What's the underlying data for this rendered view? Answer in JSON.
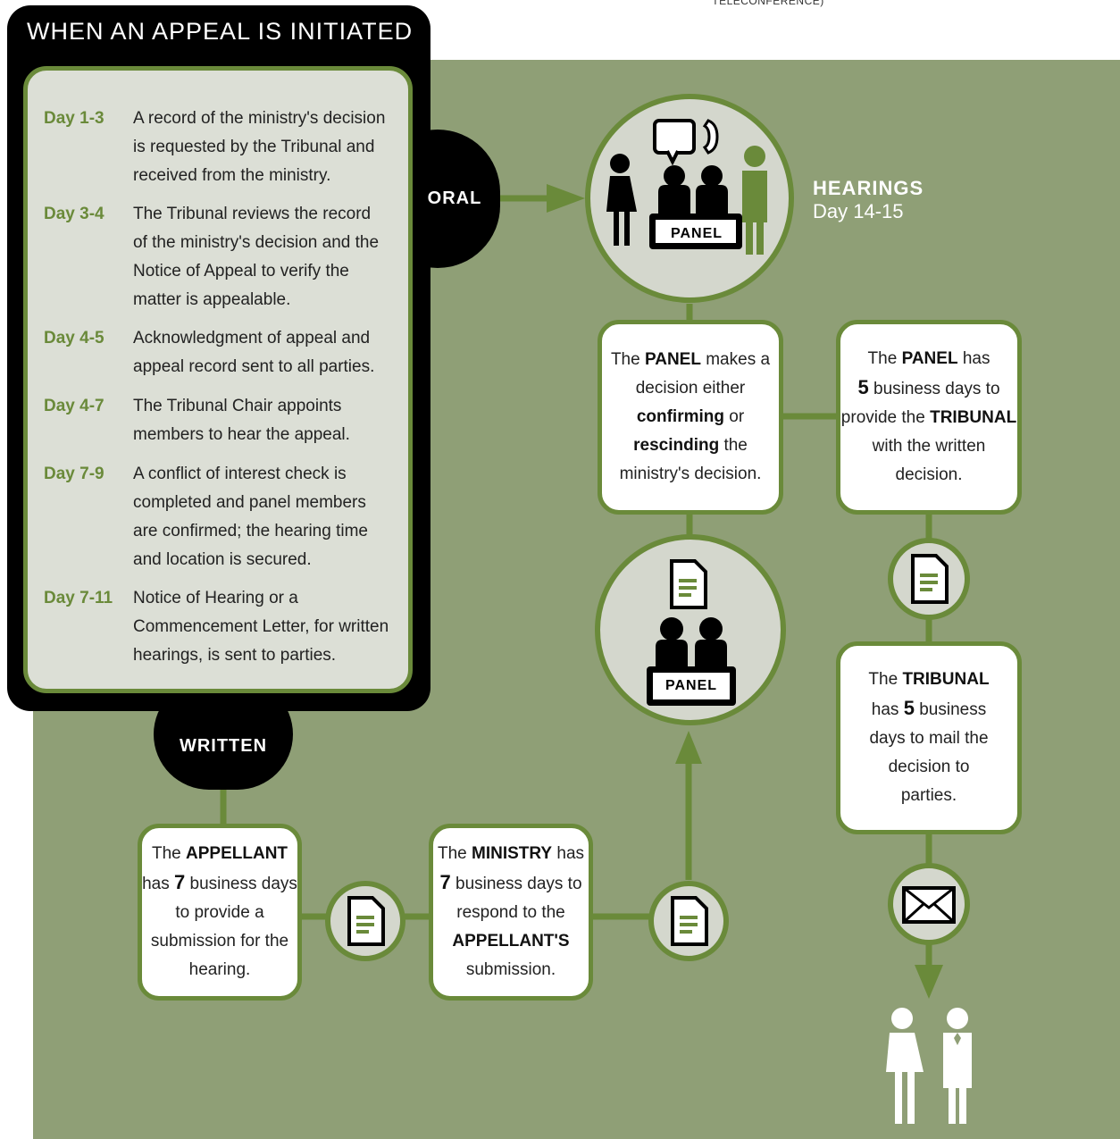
{
  "top_note": "TELECONFERENCE)",
  "appeal": {
    "title": "WHEN AN APPEAL IS INITIATED",
    "steps": [
      {
        "day": "Day 1-3",
        "text": "A record of the ministry's decision is requested by the Tribunal and received from the ministry."
      },
      {
        "day": "Day 3-4",
        "text": "The Tribunal reviews the record of the ministry's decision and the Notice of Appeal to verify the matter is appealable."
      },
      {
        "day": "Day 4-5",
        "text": "Acknowledgment of appeal and appeal record sent to all parties."
      },
      {
        "day": "Day 4-7",
        "text": "The Tribunal Chair appoints members to hear the appeal."
      },
      {
        "day": "Day 7-9",
        "text": "A conflict of interest check is completed and panel members are confirmed; the hearing time and location is secured."
      },
      {
        "day": "Day 7-11",
        "text": "Notice of Hearing or a Commencement Letter,  for written hearings, is sent to parties."
      }
    ]
  },
  "oral_label": "ORAL",
  "written_label": "WRITTEN",
  "hearings": {
    "title": "HEARINGS",
    "days": "Day 14-15",
    "panel_label": "PANEL"
  },
  "panel_circle_label": "PANEL",
  "boxes": {
    "panel_decision": {
      "p1": "The ",
      "b1": "PANEL",
      "p2": " makes a decision either ",
      "b2": "confirming",
      "p3": " or ",
      "b3": "rescinding",
      "p4": " the ministry's decision."
    },
    "panel_days": {
      "p1": "The ",
      "b1": "PANEL",
      "p2": " has ",
      "num": "5",
      "p3": " business days to provide the ",
      "b2": "TRIBUNAL",
      "p4": " with the written decision."
    },
    "tribunal_mail": {
      "p1": "The ",
      "b1": "TRIBUNAL",
      "p2": " has ",
      "num": "5",
      "p3": " business days to mail the decision to parties."
    },
    "appellant": {
      "p1": "The ",
      "b1": "APPELLANT",
      "p2": " has ",
      "num": "7",
      "p3": " business days to provide a submission for the hearing."
    },
    "ministry": {
      "p1": "The ",
      "b1": "MINISTRY",
      "p2": " has ",
      "num": "7",
      "p3": " business days to respond to the ",
      "b2": "APPELLANT'S",
      "p4": " submission."
    }
  },
  "colors": {
    "green_bg": "#8f9f76",
    "accent": "#6a8a3a",
    "circle_fill": "#d4d7cd",
    "panel_fill": "#dcdfd6"
  },
  "icons": [
    "document-icon",
    "panel-icon",
    "envelope-icon",
    "speech-bubble-icon",
    "phone-icon",
    "woman-icon",
    "man-icon",
    "arrow-icon"
  ]
}
